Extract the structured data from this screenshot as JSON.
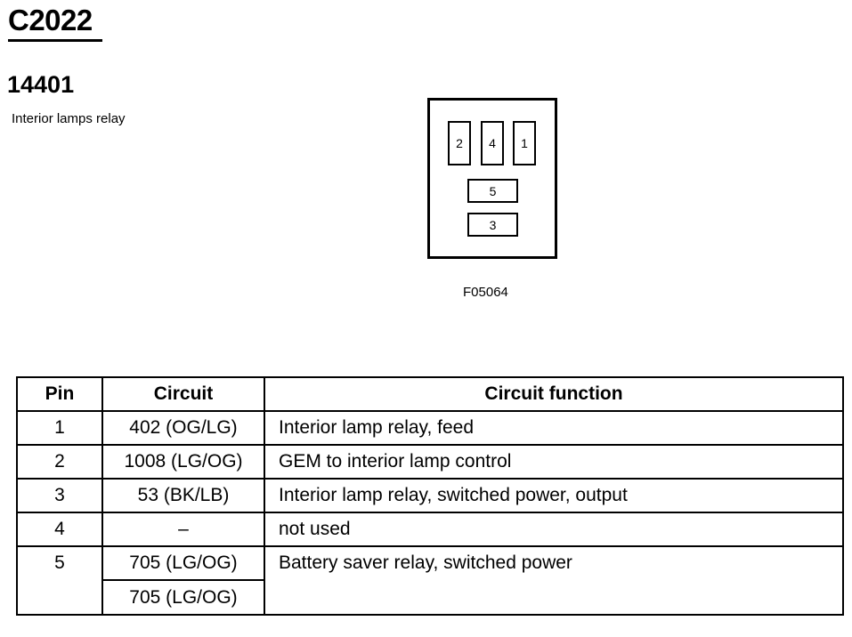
{
  "connector": {
    "id": "C2022",
    "part_number": "14401",
    "description": "Interior lamps relay",
    "figure_code": "F05064",
    "pins_face": {
      "top_row": [
        "2",
        "4",
        "1"
      ],
      "middle": "5",
      "bottom": "3"
    }
  },
  "table": {
    "headers": {
      "pin": "Pin",
      "circuit": "Circuit",
      "function": "Circuit function"
    },
    "rows": [
      {
        "pin": "1",
        "circuit": "402 (OG/LG)",
        "function": "Interior lamp relay, feed"
      },
      {
        "pin": "2",
        "circuit": "1008 (LG/OG)",
        "function": "GEM to interior lamp control"
      },
      {
        "pin": "3",
        "circuit": "53 (BK/LB)",
        "function": "Interior lamp relay, switched power, output"
      },
      {
        "pin": "4",
        "circuit": "–",
        "function": "not used"
      },
      {
        "pin": "5",
        "circuit": "705 (LG/OG)",
        "function": "Battery saver relay, switched power",
        "circuit_2": "705 (LG/OG)"
      }
    ]
  }
}
